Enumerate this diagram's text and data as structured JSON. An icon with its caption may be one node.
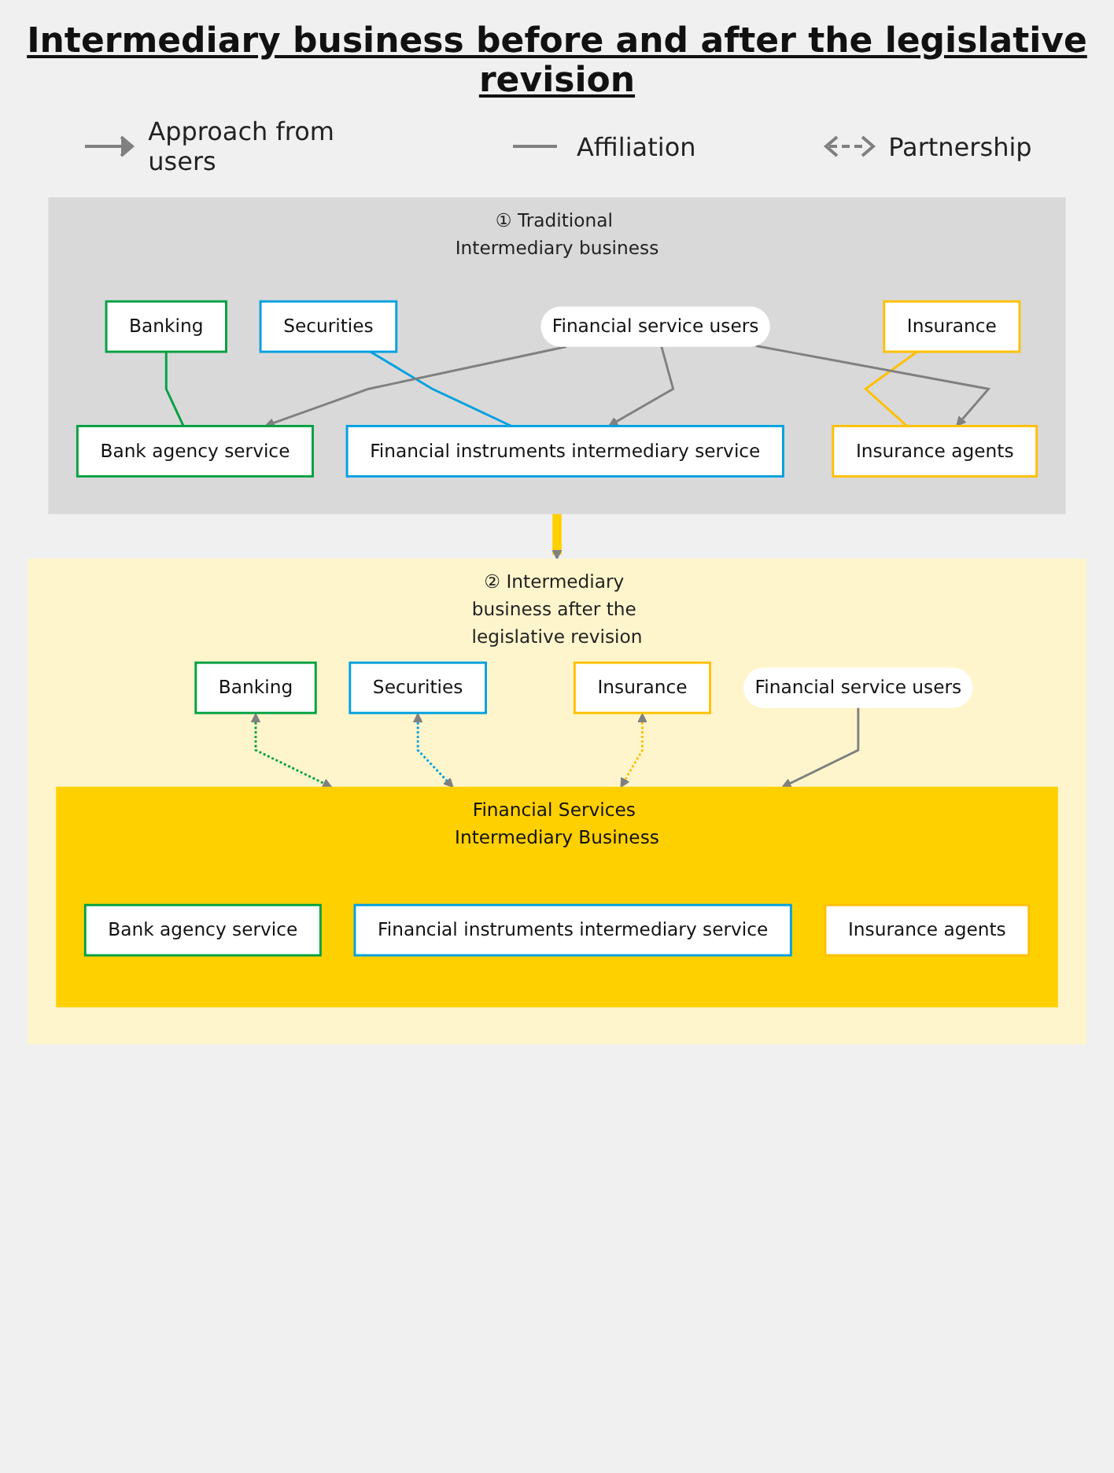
{
  "diagram": {
    "title": "Intermediary business before and after the legislative revision",
    "nodes": [
      {
        "text": [
          "① Traditional Intermediary business"
        ]
      },
      {
        "text": [
          "Banking"
        ],
        "in": 0
      },
      {
        "text": [
          "Securities"
        ],
        "in": 0
      },
      {
        "text": [
          "Insurance"
        ],
        "in": 0
      },
      {
        "text": [
          "Bank agency service"
        ],
        "in": 0
      },
      {
        "text": [
          "Financial instruments intermediary service"
        ],
        "in": 0
      },
      {
        "text": [
          "Insurance agents"
        ],
        "in": 0
      },
      {
        "text": [
          "Financial service users"
        ],
        "in": 0
      },
      {
        "text": [
          "② Intermediary business after the legislative revision"
        ]
      },
      {
        "text": [
          "Banking"
        ],
        "in": 8
      },
      {
        "text": [
          "Securities"
        ],
        "in": 8
      },
      {
        "text": [
          "Insurance"
        ],
        "in": 8
      },
      {
        "text": [
          "Financial Services Intermediary Business"
        ],
        "in": 8
      },
      {
        "text": [
          "Bank agency service"
        ],
        "in": 12
      },
      {
        "text": [
          "Financial instruments intermediary service"
        ],
        "in": 12
      },
      {
        "text": [
          "Insurance agents"
        ],
        "in": 12
      },
      {
        "text": [
          "Financial service users"
        ],
        "in": 8
      }
    ],
    "edges": [
      {
        "from": 1,
        "to": 4,
        "arrow": "none",
        "color": "#00a040"
      },
      {
        "from": 2,
        "to": 5,
        "arrow": "none",
        "color": "#00a0e0"
      },
      {
        "from": 3,
        "to": 6,
        "arrow": "none",
        "color": "#ffc000"
      },
      {
        "from": 7,
        "to": 4,
        "arrow": "to"
      },
      {
        "from": 7,
        "to": 5,
        "arrow": "to"
      },
      {
        "from": 7,
        "to": 6,
        "arrow": "to"
      },
      {
        "from": 0,
        "to": 8,
        "arrow": "to",
        "style": "thick",
        "color": "#ffd000"
      },
      {
        "from": 9,
        "to": 12,
        "arrow": "both",
        "style": "dashed",
        "color": "#00a040"
      },
      {
        "from": 10,
        "to": 12,
        "arrow": "both",
        "style": "dashed",
        "color": "#00a0e0"
      },
      {
        "from": 11,
        "to": 12,
        "arrow": "both",
        "style": "dashed",
        "color": "#ffc000"
      },
      {
        "from": 16,
        "to": 12,
        "arrow": "to"
      }
    ],
    "legend": [
      {
        "text": "Approach from users"
      },
      {
        "text": "Affiliation"
      },
      {
        "text": "Partnership"
      }
    ]
  }
}
